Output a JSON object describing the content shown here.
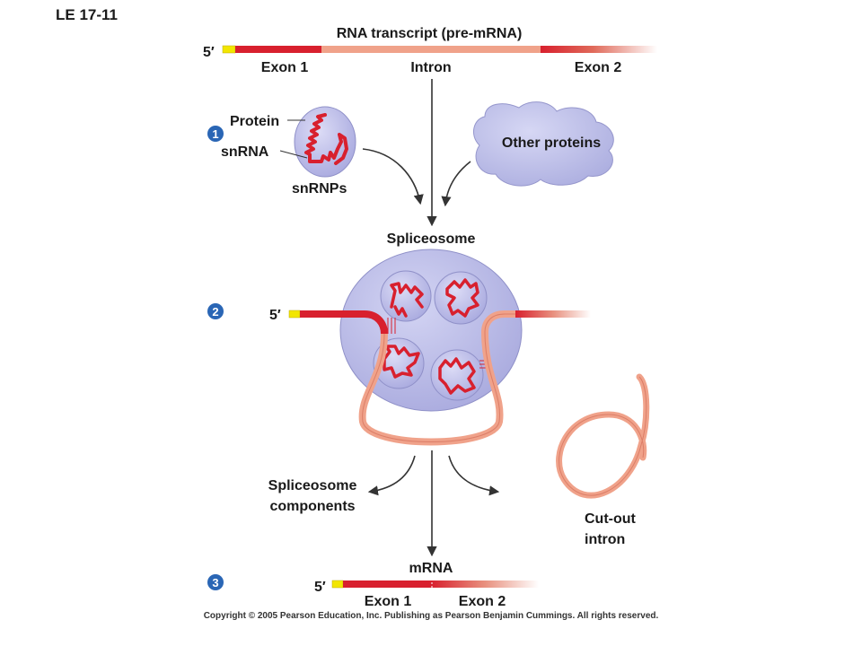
{
  "figure_id": "LE 17-11",
  "pre_mrna": {
    "title": "RNA transcript (pre-mRNA)",
    "five_prime": "5′",
    "exon1": "Exon 1",
    "intron": "Intron",
    "exon2": "Exon 2"
  },
  "steps": [
    "1",
    "2",
    "3"
  ],
  "step1": {
    "protein": "Protein",
    "snrna": "snRNA",
    "snrnps": "snRNPs",
    "other_proteins": "Other proteins"
  },
  "step2": {
    "spliceosome": "Spliceosome",
    "five_prime": "5′"
  },
  "products": {
    "components_line1": "Spliceosome",
    "components_line2": "components",
    "cutout_line1": "Cut-out",
    "cutout_line2": "intron"
  },
  "mrna": {
    "title": "mRNA",
    "five_prime": "5′",
    "exon1": "Exon 1",
    "exon2": "Exon 2"
  },
  "copyright": "Copyright © 2005 Pearson Education, Inc. Publishing as Pearson Benjamin Cummings. All rights reserved.",
  "colors": {
    "exon": "#d8202e",
    "intron": "#f0a28a",
    "cap": "#f2e600",
    "snrnp": "#c7c8ee",
    "spliceosome": "#c3c4ec",
    "step_circle": "#2a66b5"
  }
}
